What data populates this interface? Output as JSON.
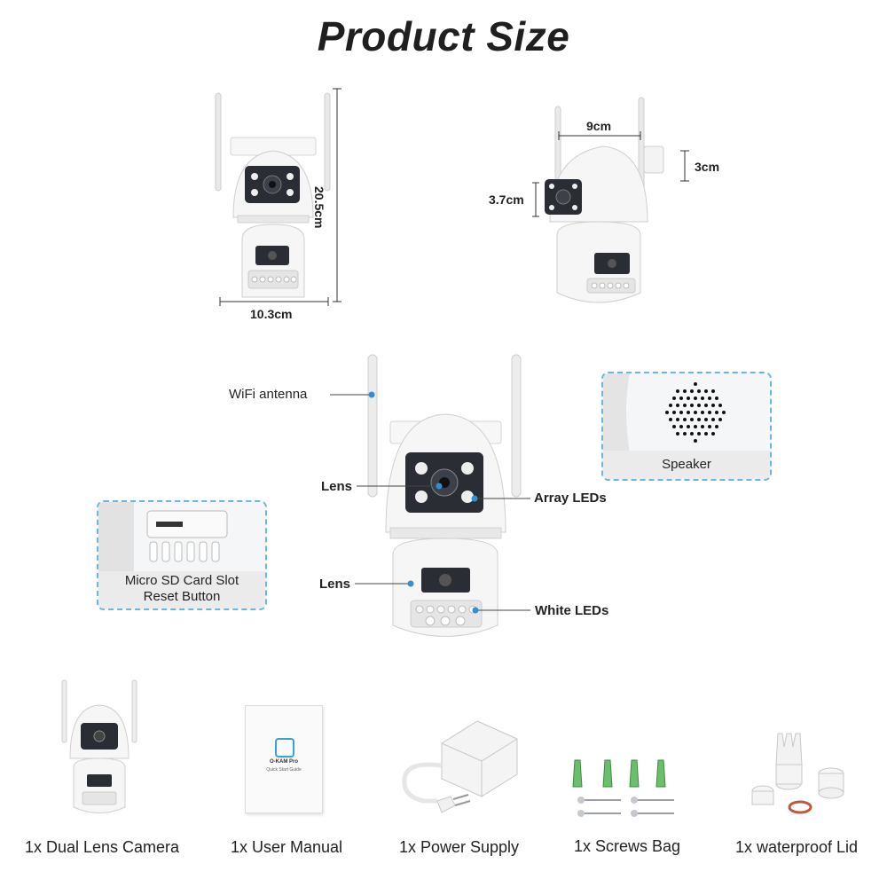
{
  "title": "Product Size",
  "dimensions": {
    "height": "20.5cm",
    "width": "10.3cm",
    "top_width": "9cm",
    "side_3cm": "3cm",
    "lens_height": "3.7cm"
  },
  "callouts": {
    "wifi_antenna": "WiFi antenna",
    "lens_upper": "Lens",
    "array_leds": "Array LEDs",
    "lens_lower": "Lens",
    "white_leds": "White LEDs"
  },
  "detail_boxes": {
    "speaker": "Speaker",
    "sd_slot": "Micro SD Card Slot",
    "reset": "Reset Button"
  },
  "manual": {
    "brand": "O-KAM Pro",
    "subtitle": "Quick Start Guide"
  },
  "package_items": [
    {
      "label": "1x Dual Lens Camera"
    },
    {
      "label": "1x User Manual"
    },
    {
      "label": "1x Power Supply"
    },
    {
      "label": "1x Screws Bag"
    },
    {
      "label": "1x waterproof Lid"
    }
  ],
  "colors": {
    "accent": "#6ab6de",
    "callout_dot": "#2f8fd8",
    "camera_body": "#f4f4f4",
    "lens_panel": "#2a2d33"
  }
}
